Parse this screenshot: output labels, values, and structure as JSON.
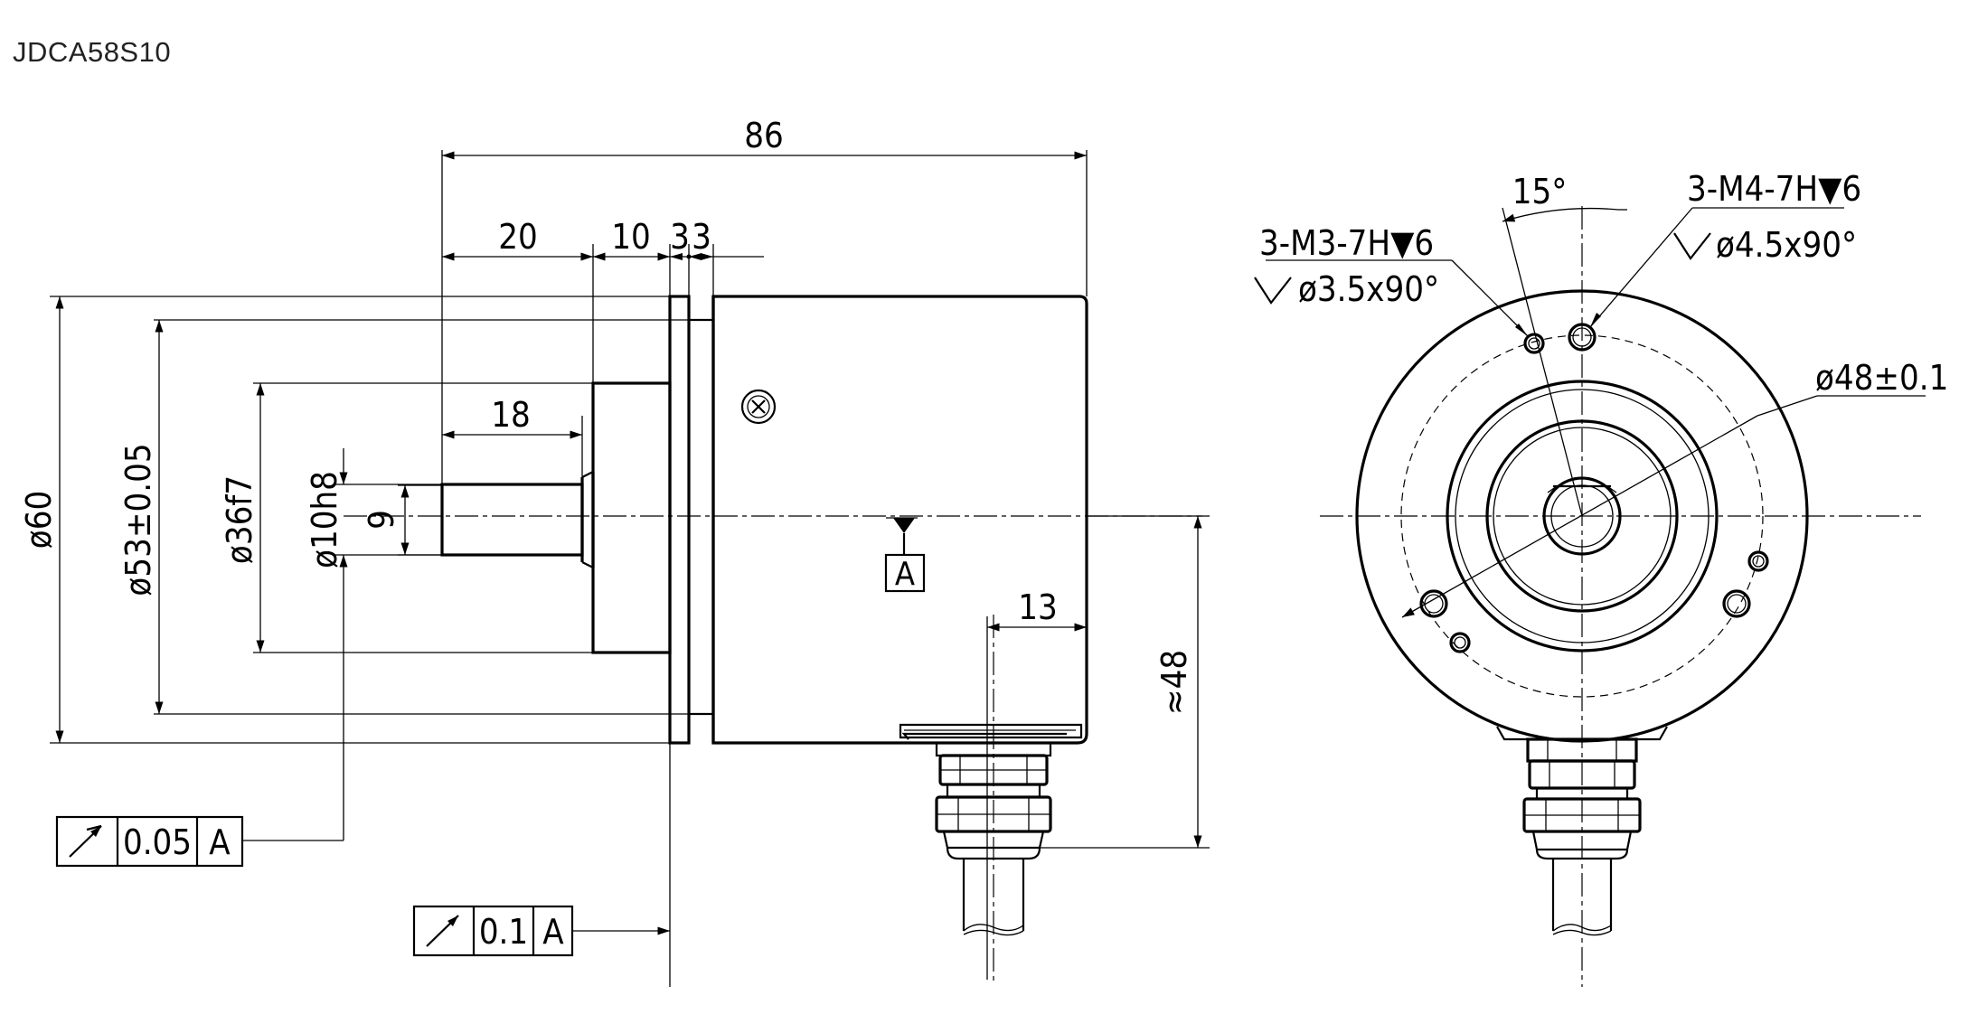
{
  "title": "JDCA58S10",
  "side_view": {
    "dims": {
      "overall_length": "86",
      "shaft_length": "20",
      "pilot_length": "10",
      "flange_a": "3",
      "flange_b": "3",
      "flat_length": "18",
      "cable_offset": "13",
      "dia_60": "ø60",
      "dia_53": "ø53±0.05",
      "dia_36": "ø36f7",
      "dia_10": "ø10h8",
      "flat_9": "9",
      "cable_48": "≈48"
    },
    "datum": "A",
    "tolerance_1": {
      "value": "0.05",
      "datum": "A"
    },
    "tolerance_2": {
      "value": "0.1",
      "datum": "A"
    }
  },
  "front_view": {
    "angle": "15°",
    "hole_m3": "3-M3-7H▼6",
    "hole_m3_csk": "ø3.5x90°",
    "hole_m4": "3-M4-7H▼6",
    "hole_m4_csk": "ø4.5x90°",
    "bolt_circle": "ø48±0.1"
  }
}
